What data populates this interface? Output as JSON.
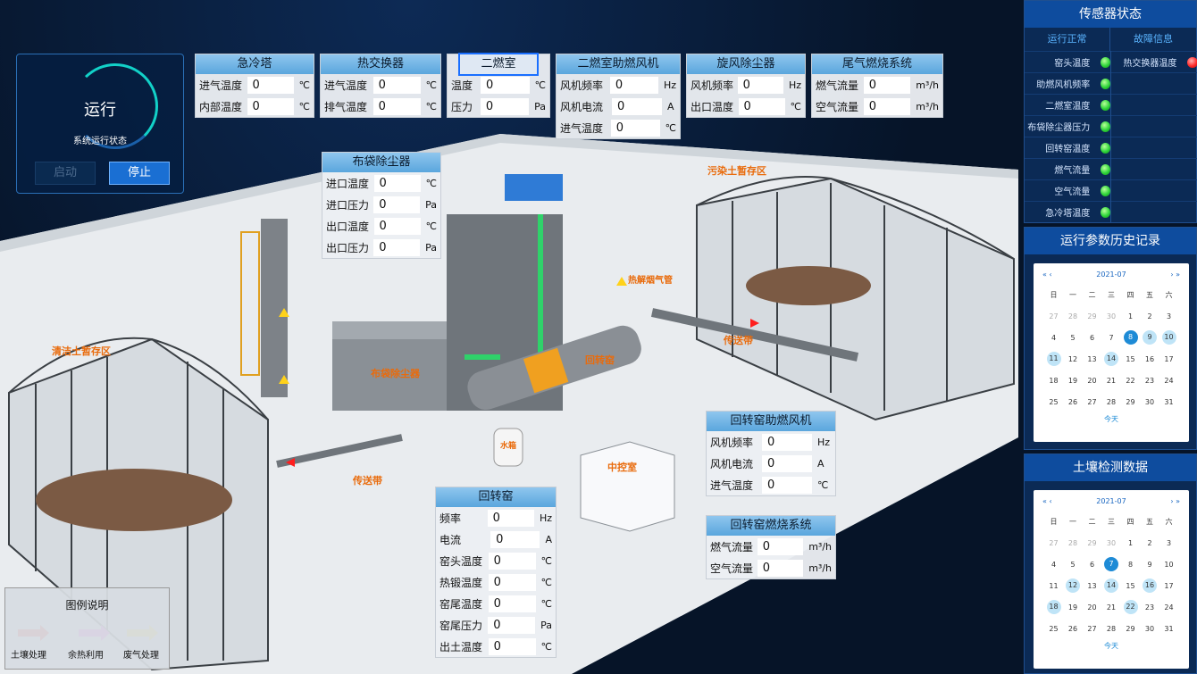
{
  "status": {
    "state": "运行",
    "caption": "系统运行状态",
    "start_label": "启动",
    "stop_label": "停止"
  },
  "panels": {
    "quench": {
      "title": "急冷塔",
      "rows": [
        {
          "label": "进气温度",
          "value": "0",
          "unit": "℃"
        },
        {
          "label": "内部温度",
          "value": "0",
          "unit": "℃"
        }
      ]
    },
    "hx": {
      "title": "热交换器",
      "rows": [
        {
          "label": "进气温度",
          "value": "0",
          "unit": "℃"
        },
        {
          "label": "排气温度",
          "value": "0",
          "unit": "℃"
        }
      ]
    },
    "sec": {
      "title": "二燃室",
      "rows": [
        {
          "label": "温度",
          "value": "0",
          "unit": "℃"
        },
        {
          "label": "压力",
          "value": "0",
          "unit": "Pa"
        }
      ]
    },
    "secfan": {
      "title": "二燃室助燃风机",
      "rows": [
        {
          "label": "风机频率",
          "value": "0",
          "unit": "Hz"
        },
        {
          "label": "风机电流",
          "value": "0",
          "unit": "A"
        },
        {
          "label": "进气温度",
          "value": "0",
          "unit": "℃"
        }
      ]
    },
    "cyclone": {
      "title": "旋风除尘器",
      "rows": [
        {
          "label": "风机频率",
          "value": "0",
          "unit": "Hz"
        },
        {
          "label": "出口温度",
          "value": "0",
          "unit": "℃"
        }
      ]
    },
    "tail": {
      "title": "尾气燃烧系统",
      "rows": [
        {
          "label": "燃气流量",
          "value": "0",
          "unit": "m³/h"
        },
        {
          "label": "空气流量",
          "value": "0",
          "unit": "m³/h"
        }
      ]
    },
    "bag": {
      "title": "布袋除尘器",
      "rows": [
        {
          "label": "进口温度",
          "value": "0",
          "unit": "℃"
        },
        {
          "label": "进口压力",
          "value": "0",
          "unit": "Pa"
        },
        {
          "label": "出口温度",
          "value": "0",
          "unit": "℃"
        },
        {
          "label": "出口压力",
          "value": "0",
          "unit": "Pa"
        }
      ]
    },
    "kilnfan": {
      "title": "回转窑助燃风机",
      "rows": [
        {
          "label": "风机频率",
          "value": "0",
          "unit": "Hz"
        },
        {
          "label": "风机电流",
          "value": "0",
          "unit": "A"
        },
        {
          "label": "进气温度",
          "value": "0",
          "unit": "℃"
        }
      ]
    },
    "kilnburn": {
      "title": "回转窑燃烧系统",
      "rows": [
        {
          "label": "燃气流量",
          "value": "0",
          "unit": "m³/h"
        },
        {
          "label": "空气流量",
          "value": "0",
          "unit": "m³/h"
        }
      ]
    },
    "kiln": {
      "title": "回转窑",
      "rows": [
        {
          "label": "频率",
          "value": "0",
          "unit": "Hz"
        },
        {
          "label": "电流",
          "value": "0",
          "unit": "A"
        },
        {
          "label": "窑头温度",
          "value": "0",
          "unit": "℃"
        },
        {
          "label": "热锻温度",
          "value": "0",
          "unit": "℃"
        },
        {
          "label": "窑尾温度",
          "value": "0",
          "unit": "℃"
        },
        {
          "label": "窑尾压力",
          "value": "0",
          "unit": "Pa"
        },
        {
          "label": "出土温度",
          "value": "0",
          "unit": "℃"
        }
      ]
    }
  },
  "scene_labels": {
    "clean": "清洁土暂存区",
    "dirty": "污染土暂存区",
    "bag": "布袋除尘器",
    "kiln": "回转窑",
    "control": "中控室",
    "water": "水箱",
    "conveyor1": "传送带",
    "conveyor2": "传送带",
    "pipe": "热解烟气管"
  },
  "legend": {
    "title": "图例说明",
    "items": [
      {
        "label": "土壤处理",
        "color": "#ff1e1e"
      },
      {
        "label": "余热利用",
        "color": "#ff3cf0"
      },
      {
        "label": "废气处理",
        "color": "#ffd21a"
      }
    ]
  },
  "sensors": {
    "title": "传感器状态",
    "col_ok": "运行正常",
    "col_fault": "故障信息",
    "ok": [
      "窑头温度",
      "助燃风机频率",
      "二燃室温度",
      "布袋除尘器压力",
      "回转窑温度",
      "燃气流量",
      "空气流量",
      "急冷塔温度"
    ],
    "fault": [
      "热交换器温度"
    ]
  },
  "history": {
    "title": "运行参数历史记录",
    "month": "2021-07",
    "prev": "«  ‹",
    "next": "›  »",
    "today": "今天",
    "weekdays": [
      "日",
      "一",
      "二",
      "三",
      "四",
      "五",
      "六"
    ],
    "weeks": [
      [
        "27",
        "28",
        "29",
        "30",
        "1",
        "2",
        "3"
      ],
      [
        "4",
        "5",
        "6",
        "7",
        "8",
        "9",
        "10"
      ],
      [
        "11",
        "12",
        "13",
        "14",
        "15",
        "16",
        "17"
      ],
      [
        "18",
        "19",
        "20",
        "21",
        "22",
        "23",
        "24"
      ],
      [
        "25",
        "26",
        "27",
        "28",
        "29",
        "30",
        "31"
      ]
    ]
  },
  "soil": {
    "title": "土壤检测数据",
    "month": "2021-07",
    "prev": "«  ‹",
    "next": "›  »",
    "today": "今天",
    "weekdays": [
      "日",
      "一",
      "二",
      "三",
      "四",
      "五",
      "六"
    ],
    "weeks": [
      [
        "27",
        "28",
        "29",
        "30",
        "1",
        "2",
        "3"
      ],
      [
        "4",
        "5",
        "6",
        "7",
        "8",
        "9",
        "10"
      ],
      [
        "11",
        "12",
        "13",
        "14",
        "15",
        "16",
        "17"
      ],
      [
        "18",
        "19",
        "20",
        "21",
        "22",
        "23",
        "24"
      ],
      [
        "25",
        "26",
        "27",
        "28",
        "29",
        "30",
        "31"
      ]
    ]
  }
}
